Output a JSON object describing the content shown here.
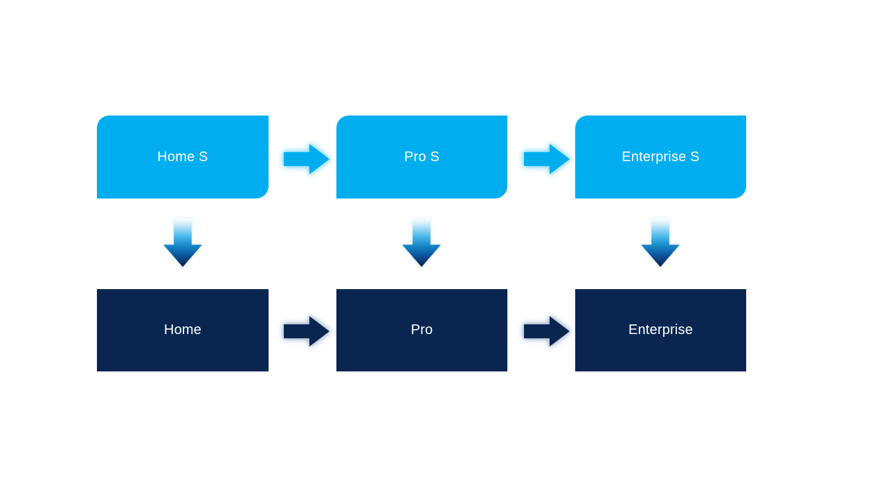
{
  "flow": {
    "top_row": [
      {
        "label": "Home S"
      },
      {
        "label": "Pro S"
      },
      {
        "label": "Enterprise S"
      }
    ],
    "bottom_row": [
      {
        "label": "Home"
      },
      {
        "label": "Pro"
      },
      {
        "label": "Enterprise"
      }
    ]
  },
  "colors": {
    "background": "#ffffff",
    "top_box_fill": "#00aeef",
    "bottom_box_fill": "#0a2650",
    "box_text": "#ffffff",
    "top_arrow_fill": "#00aeef",
    "top_arrow_glow": "#8edcf8",
    "bottom_arrow_fill": "#0a2650",
    "bottom_arrow_glow": "#aebdd4",
    "down_arrow_gradient_top": "#ffffff",
    "down_arrow_gradient_mid": "#45b6e9",
    "down_arrow_gradient_bottom": "#0b2a5c"
  }
}
